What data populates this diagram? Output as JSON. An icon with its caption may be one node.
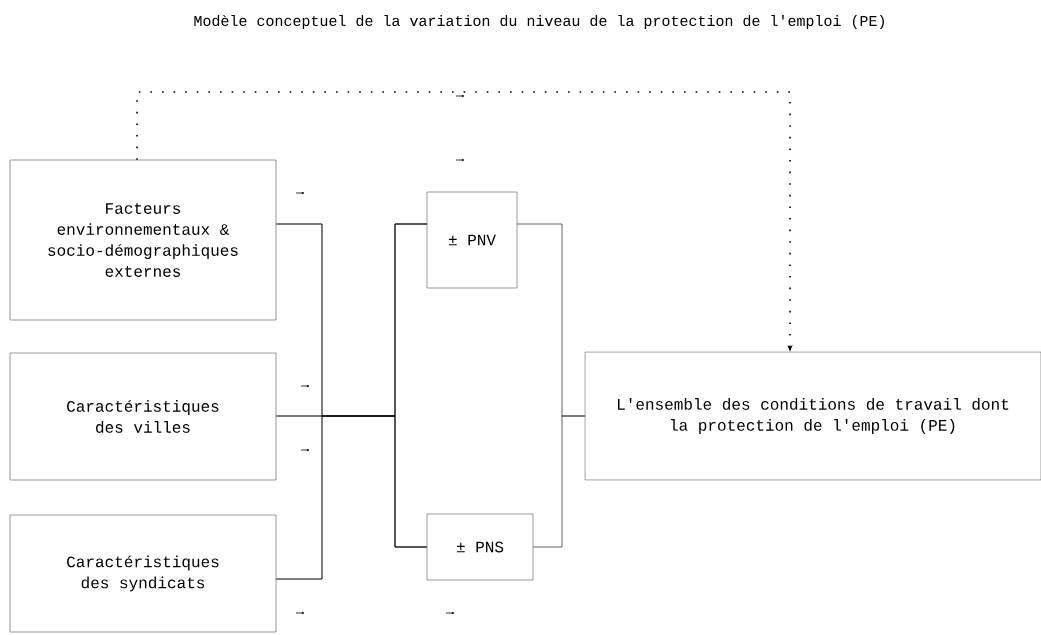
{
  "diagram": {
    "title": "Modèle conceptuel de la variation du niveau de la protection de l'emploi (PE)",
    "nodes": [
      {
        "text": [
          "Facteurs environnementaux & socio-démographiques externes"
        ]
      },
      {
        "text": [
          "Caractéristiques des villes"
        ]
      },
      {
        "text": [
          "Caractéristiques des syndicats"
        ]
      },
      {
        "text": [
          "± PNV"
        ]
      },
      {
        "text": [
          "± PNS"
        ]
      },
      {
        "text": [
          "L'ensemble des conditions de travail dont la protection de l'emploi (PE)"
        ]
      }
    ],
    "edges": [
      {
        "from": 0,
        "to": 3,
        "arrow": "none"
      },
      {
        "from": 0,
        "to": 4,
        "arrow": "none"
      },
      {
        "from": 1,
        "to": 3,
        "arrow": "none"
      },
      {
        "from": 1,
        "to": 4,
        "arrow": "none"
      },
      {
        "from": 2,
        "to": 3,
        "arrow": "none"
      },
      {
        "from": 2,
        "to": 4,
        "arrow": "none"
      },
      {
        "from": 3,
        "to": 5,
        "arrow": "none"
      },
      {
        "from": 4,
        "to": 5,
        "arrow": "none"
      },
      {
        "from": 0,
        "to": 5,
        "arrow": "to",
        "style": "dashed"
      }
    ]
  }
}
